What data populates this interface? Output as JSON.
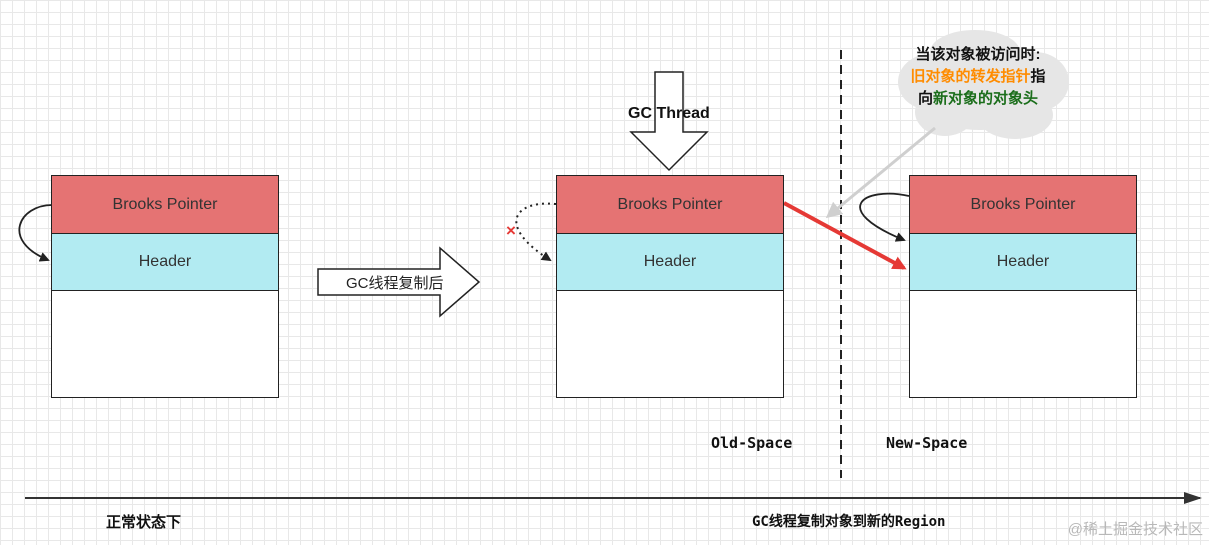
{
  "objects": [
    {
      "brooks_pointer": "Brooks Pointer",
      "header": "Header"
    },
    {
      "brooks_pointer": "Brooks Pointer",
      "header": "Header"
    },
    {
      "brooks_pointer": "Brooks Pointer",
      "header": "Header"
    }
  ],
  "gc_thread_label": "GC Thread",
  "copy_arrow_label": "GC线程复制后",
  "old_space_label": "Old-Space",
  "new_space_label": "New-Space",
  "timeline": {
    "left_label": "正常状态下",
    "right_label": "GC线程复制对象到新的Region"
  },
  "callout": {
    "line1": "当该对象被访问时:",
    "line2_orange": "旧对象的转发指针",
    "line2_tail": "指",
    "line3_prefix": "向",
    "line3_green": "新对象的对象头"
  },
  "invalid_mark": "×",
  "watermark": "@稀土掘金技术社区",
  "colors": {
    "brooks_pointer_fill": "#e57373",
    "header_fill": "#b2ebf2",
    "forward_arrow": "#e53935",
    "orange_text": "#ff8c00",
    "green_text": "#1b6e1b"
  }
}
